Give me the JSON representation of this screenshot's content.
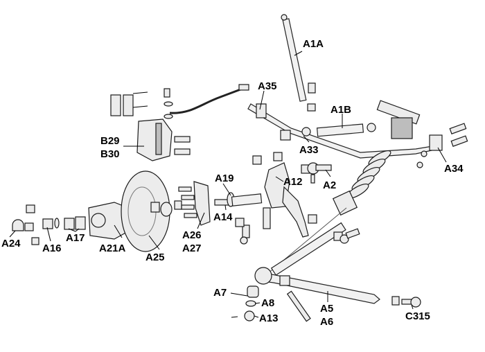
{
  "diagram": {
    "type": "exploded-parts-diagram",
    "subject": "front suspension, hub and brake assembly",
    "labels": [
      {
        "id": "A1A",
        "text": "A1A"
      },
      {
        "id": "A35",
        "text": "A35"
      },
      {
        "id": "A1B",
        "text": "A1B"
      },
      {
        "id": "B29",
        "text": "B29"
      },
      {
        "id": "B30",
        "text": "B30"
      },
      {
        "id": "A33",
        "text": "A33"
      },
      {
        "id": "A34",
        "text": "A34"
      },
      {
        "id": "A19",
        "text": "A19"
      },
      {
        "id": "A12",
        "text": "A12"
      },
      {
        "id": "A2",
        "text": "A2"
      },
      {
        "id": "A14",
        "text": "A14"
      },
      {
        "id": "A26",
        "text": "A26"
      },
      {
        "id": "A27",
        "text": "A27"
      },
      {
        "id": "A24",
        "text": "A24"
      },
      {
        "id": "A16",
        "text": "A16"
      },
      {
        "id": "A17",
        "text": "A17"
      },
      {
        "id": "A21A",
        "text": "A21A"
      },
      {
        "id": "A25",
        "text": "A25"
      },
      {
        "id": "A7",
        "text": "A7"
      },
      {
        "id": "A8",
        "text": "A8"
      },
      {
        "id": "A13",
        "text": "A13"
      },
      {
        "id": "A5",
        "text": "A5"
      },
      {
        "id": "A6",
        "text": "A6"
      },
      {
        "id": "C315",
        "text": "C315"
      }
    ]
  }
}
